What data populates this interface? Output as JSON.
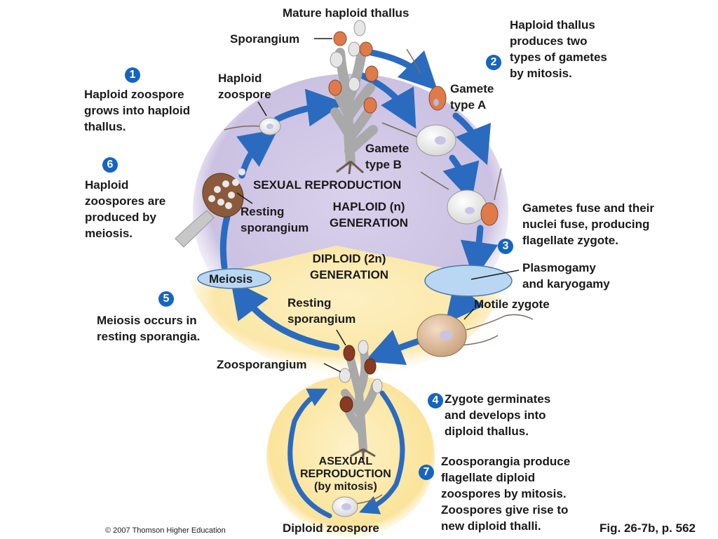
{
  "labels": {
    "mature_haploid_thallus": "Mature haploid thallus",
    "sporangium": "Sporangium",
    "haploid_zoospore": "Haploid\nzoospore",
    "gamete_type_a": "Gamete\ntype A",
    "gamete_type_b": "Gamete\ntype B",
    "sexual_reproduction": "SEXUAL REPRODUCTION",
    "haploid_generation": "HAPLOID (n)\nGENERATION",
    "resting_sporangium_top": "Resting\nsporangium",
    "diploid_generation": "DIPLOID (2n)\nGENERATION",
    "meiosis": "Meiosis",
    "plasmogamy": "Plasmogamy\nand karyogamy",
    "motile_zygote": "Motile zygote",
    "resting_sporangium_bottom": "Resting\nsporangium",
    "zoosporangium": "Zoosporangium",
    "asexual_reproduction": "ASEXUAL\nREPRODUCTION\n(by mitosis)",
    "diploid_zoospore": "Diploid zoospore"
  },
  "steps": [
    {
      "number": "1",
      "text": "Haploid zoospore\ngrows into haploid\nthallus."
    },
    {
      "number": "2",
      "text": "Haploid thallus\nproduces two\ntypes of gametes\nby mitosis."
    },
    {
      "number": "3",
      "text": "Gametes fuse and their\nnuclei fuse, producing\nflagellate zygote."
    },
    {
      "number": "4",
      "text": "Zygote germinates\nand develops into\ndiploid thallus."
    },
    {
      "number": "5",
      "text": "Meiosis occurs in\nresting sporangia."
    },
    {
      "number": "6",
      "text": "Haploid\nzoospores are\nproduced by\nmeiosis."
    },
    {
      "number": "7",
      "text": "Zoosporangia produce\nflagellate diploid\nzoospores by mitosis.\nZoospores give rise to\nnew diploid thalli."
    }
  ],
  "footer": {
    "copyright": "© 2007 Thomson Higher Education",
    "figure_ref": "Fig. 26-7b, p. 562"
  },
  "colors": {
    "haploid_zone": "#cfc6e4",
    "diploid_zone": "#fbe7a8",
    "arrow_blue": "#2a6bbf",
    "step_badge": "#1565c0",
    "sporangium_orange": "#e07a4a",
    "resting_sporangium_brown": "#8a3a22",
    "thallus_gray": "#b8b8b8",
    "meiosis_oval": "#b9d7f2"
  }
}
